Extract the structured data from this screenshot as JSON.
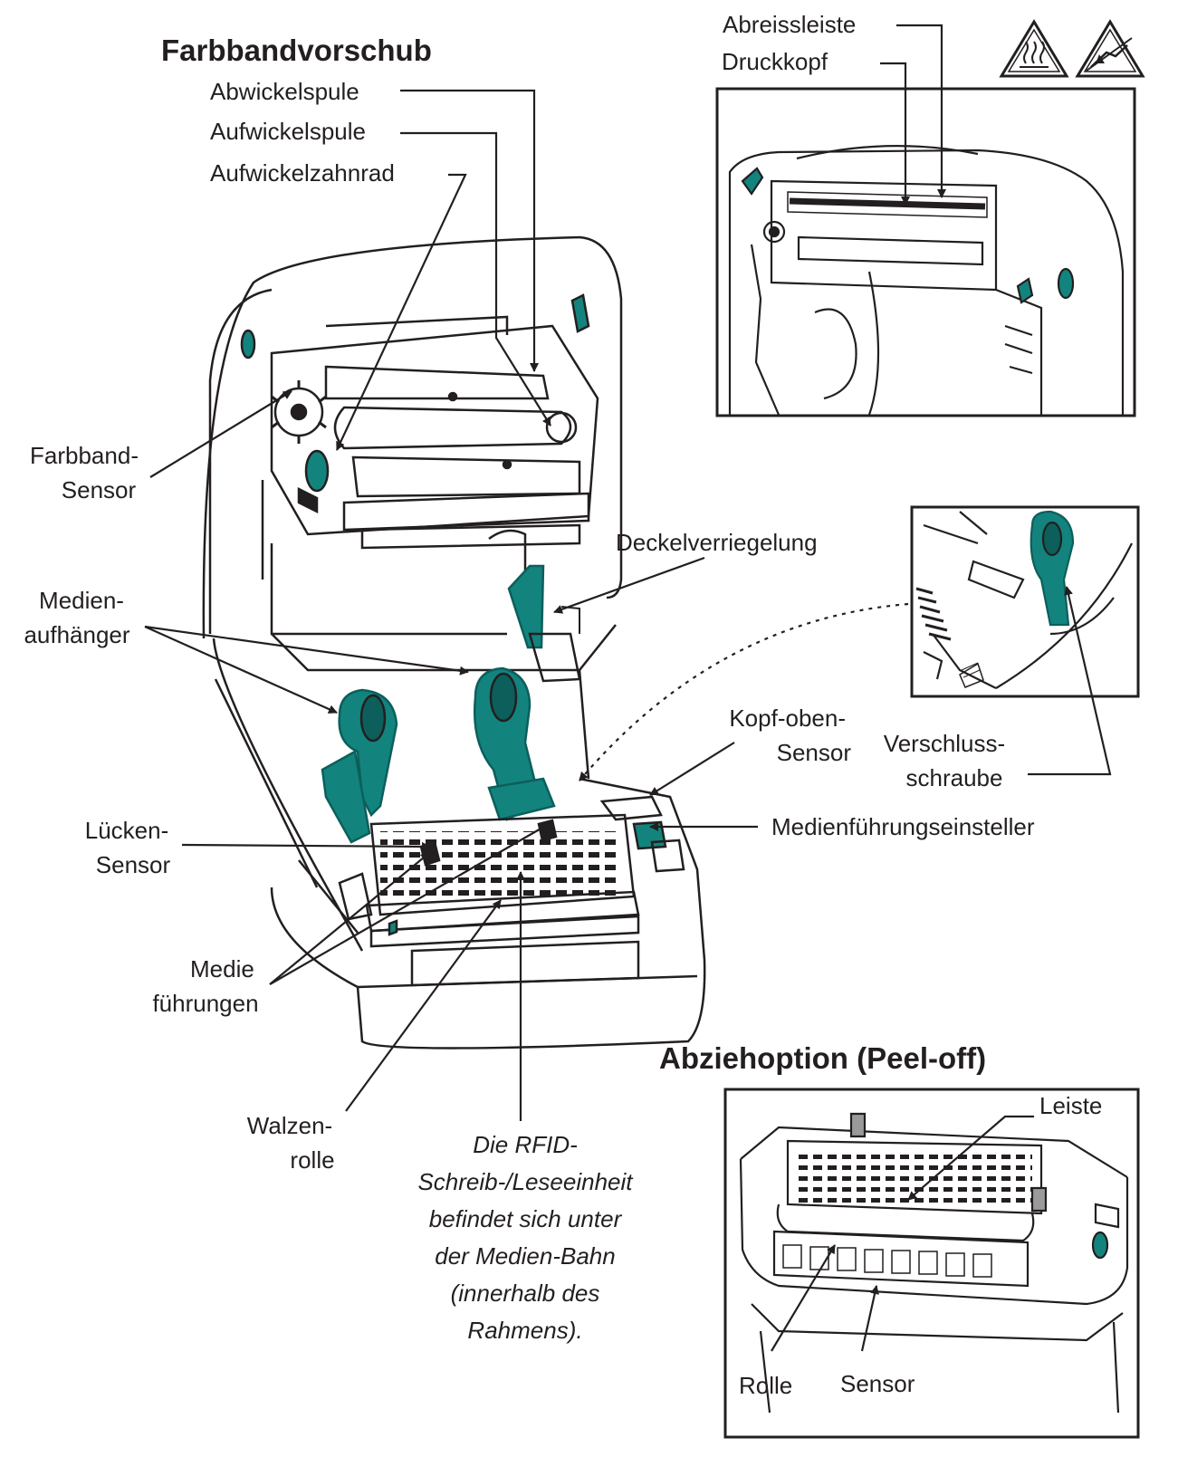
{
  "headings": {
    "ribbon_feed": "Farbbandvorschub",
    "peel_off": "Abziehoption (Peel-off)"
  },
  "labels": {
    "tear_bar": "Abreissleiste",
    "printhead": "Druckkopf",
    "supply_spindle": "Abwickelspule",
    "takeup_spindle": "Aufwickelspule",
    "takeup_gear": "Aufwickelzahnrad",
    "ribbon_sensor_1": "Farbband-",
    "ribbon_sensor_2": "Sensor",
    "cover_latch": "Deckelverriegelung",
    "media_hanger_1": "Medien-",
    "media_hanger_2": "aufhänger",
    "head_up_sensor_1": "Kopf-oben-",
    "head_up_sensor_2": "Sensor",
    "locking_screw_1": "Verschluss-",
    "locking_screw_2": "schraube",
    "gap_sensor_1": "Lücken-",
    "gap_sensor_2": "Sensor",
    "media_guide_adjuster": "Medienführungseinsteller",
    "media_guides_1": "Medie",
    "media_guides_2": "führungen",
    "platen_roller_1": "Walzen-",
    "platen_roller_2": "rolle",
    "bar": "Leiste",
    "roller": "Rolle",
    "sensor": "Sensor"
  },
  "rfid_note": [
    "Die RFID-",
    "Schreib-/Leseeinheit",
    "befindet sich unter",
    "der Medien-Bahn",
    "(innerhalb des",
    "Rahmens)."
  ],
  "colors": {
    "ink": "#231f20",
    "teal": "#13837e",
    "teal_dark": "#0c5f5b"
  },
  "icons": [
    "hot-surface-warning-icon",
    "esd-caution-warning-icon"
  ]
}
